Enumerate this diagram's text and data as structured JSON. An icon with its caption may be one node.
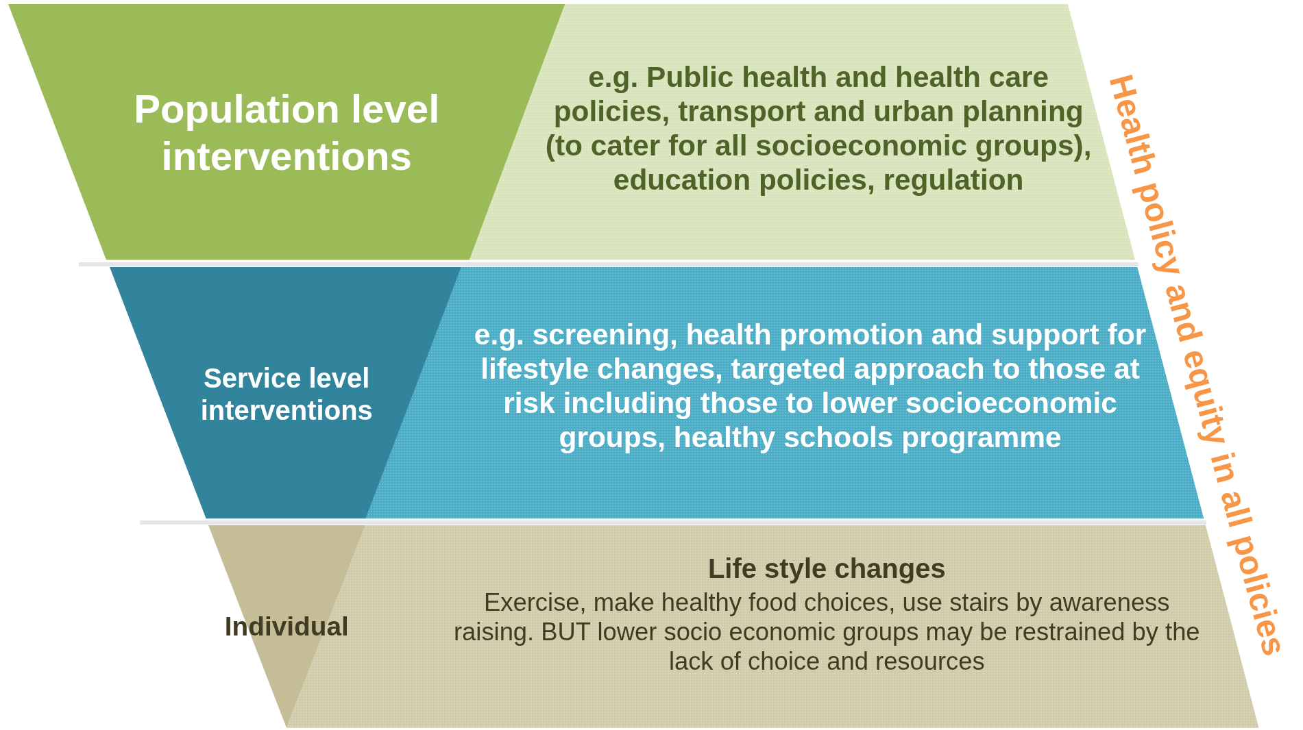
{
  "diagram": {
    "nodes": [
      {
        "text": [
          "Population level interventions"
        ]
      },
      {
        "text": [
          "e.g. Public health and health care policies, transport and urban planning (to cater for all socioeconomic groups), education policies, regulation"
        ]
      },
      {
        "text": [
          "Service level interventions"
        ]
      },
      {
        "text": [
          "e.g. screening, health promotion and support for lifestyle changes, targeted approach to those at risk including those to lower socioeconomic groups, healthy schools programme"
        ]
      },
      {
        "text": [
          "Individual"
        ]
      },
      {
        "text": [
          "Life style changes",
          "Exercise, make healthy food choices, use stairs by awareness raising. BUT lower socio economic groups may be restrained by the lack of choice and resources"
        ]
      }
    ],
    "edges": [],
    "labels": [
      "Health policy and equity in all policies"
    ]
  }
}
